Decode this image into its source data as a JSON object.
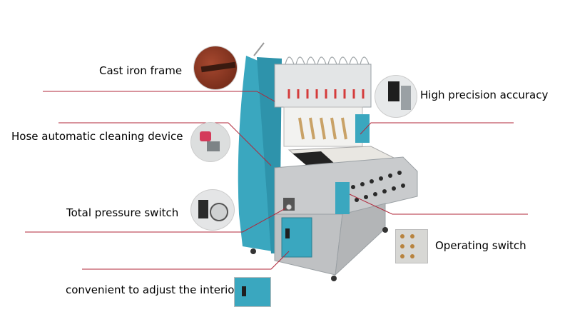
{
  "callouts": {
    "cast_iron_frame": "Cast iron frame",
    "high_precision_accuracy": "High precision accuracy",
    "hose_cleaning": "Hose automatic cleaning device",
    "total_pressure_switch": "Total pressure switch",
    "operating_switch": "Operating switch",
    "adjust_interior": "convenient to adjust the interior"
  },
  "colors": {
    "leader_line": "#b0273a",
    "machine_teal": "#3aa7bf",
    "machine_gray": "#c9cbcd"
  }
}
